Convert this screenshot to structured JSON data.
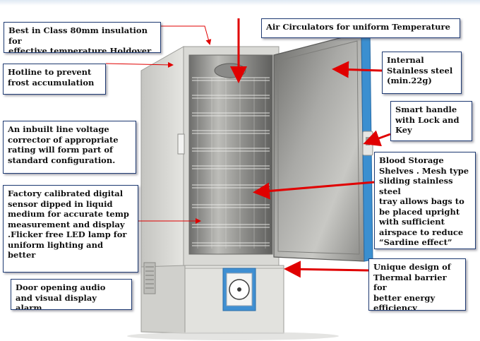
{
  "callouts": {
    "insulation": "Best in Class 80mm insulation for\neffective temperature Holdover",
    "hotline": "Hotline to prevent\n frost accumulation",
    "voltage": "An inbuilt line voltage\ncorrector of appropriate\nrating will form part of\nstandard configuration.",
    "sensor": "Factory calibrated digital\nsensor dipped in liquid\nmedium for accurate temp\nmeasurement and display\n.Flicker free  LED lamp for\nuniform lighting and better",
    "alarm": "Door opening audio\n and visual display alarm.",
    "air": "Air Circulators for  uniform Temperature",
    "internal": "Internal\nStainless steel\n(min.22g)",
    "handle": "Smart handle\nwith  Lock and\nKey",
    "shelves": "Blood Storage\nShelves . Mesh  type\nsliding stainless steel\ntray allows bags to\nbe placed upright\nwith sufficient\nairspace to reduce\n“Sardine effect”",
    "thermal": "Unique design of\nThermal barrier for\nbetter energy\nefficiency"
  },
  "colors": {
    "border": "#1f3b73",
    "arrow": "#e00000",
    "cabinet": "#dcdcd8",
    "door_edge": "#3b8fd0",
    "steel": "#9a9a98"
  },
  "icons": [
    "handle-lock-icon",
    "thermal-chart-recorder-icon",
    "vent-grille-icon"
  ]
}
